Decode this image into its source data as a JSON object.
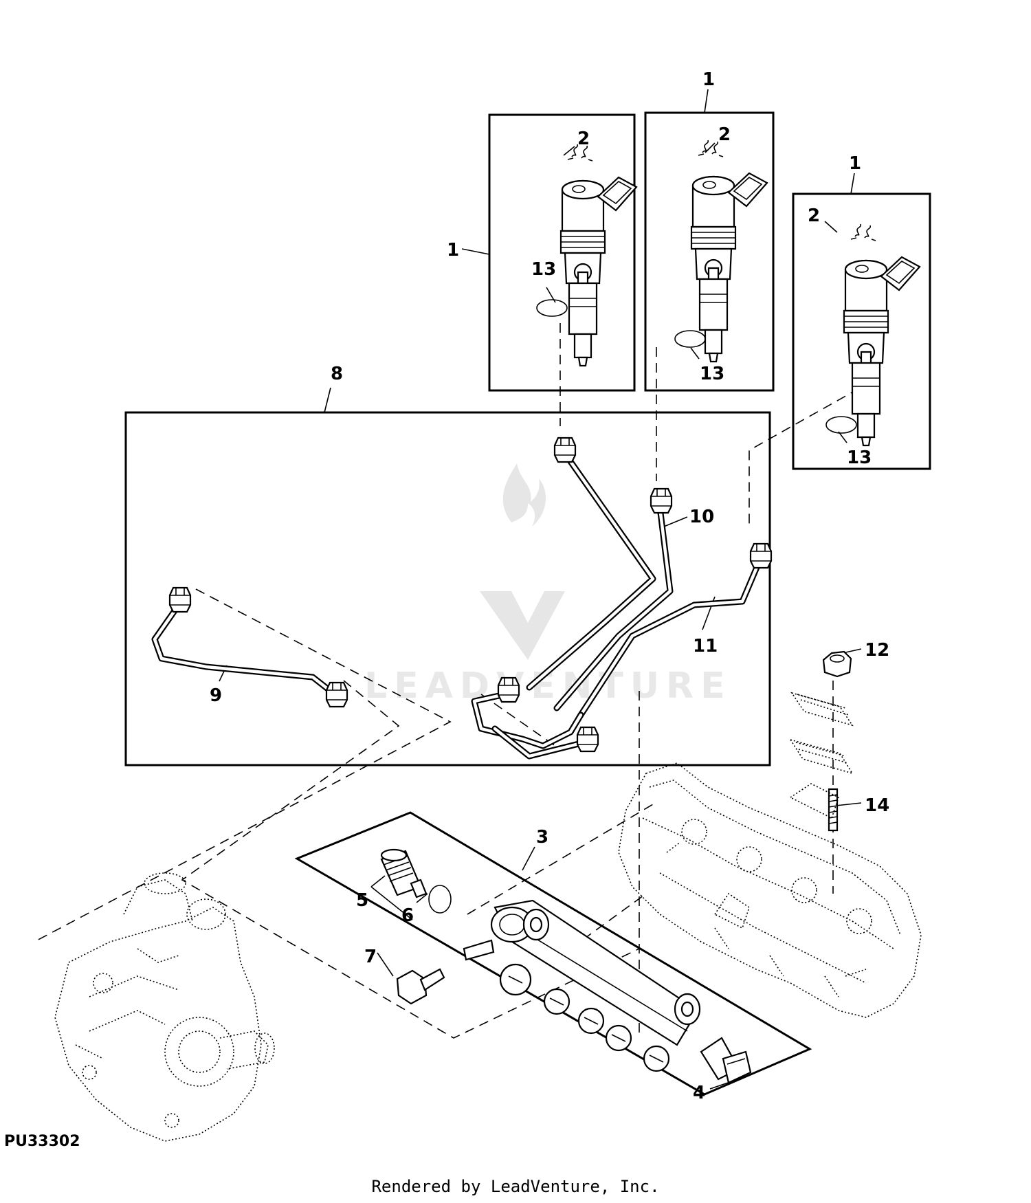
{
  "figure_id": "PU33302",
  "credit": "Rendered by LeadVenture, Inc.",
  "watermark": {
    "text": "LEADVENTURE"
  },
  "callouts": {
    "c1_a": "1",
    "c1_b": "1",
    "c1_c": "1",
    "c2_a": "2",
    "c2_b": "2",
    "c2_c": "2",
    "c13_a": "13",
    "c13_b": "13",
    "c13_c": "13",
    "c3": "3",
    "c4": "4",
    "c5": "5",
    "c6": "6",
    "c7": "7",
    "c8": "8",
    "c9": "9",
    "c10": "10",
    "c11": "11",
    "c12": "12",
    "c14": "14"
  },
  "icons": [
    "fuel-injector-icon",
    "fuel-line-icon",
    "fuel-rail-icon",
    "high-pressure-pump-icon",
    "cylinder-head-icon",
    "nut-icon",
    "stud-icon",
    "bolt-icon",
    "o-ring-icon",
    "retaining-clip-icon",
    "pressure-sensor-icon",
    "pressure-limiter-valve-icon",
    "gasket-icon"
  ]
}
